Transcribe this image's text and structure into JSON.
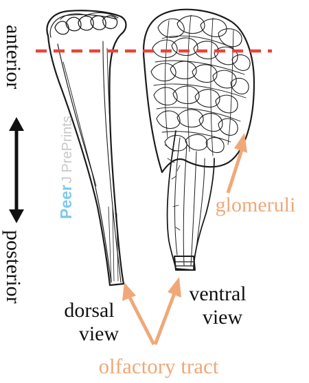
{
  "axis": {
    "anterior": "anterior",
    "posterior": "posterior"
  },
  "labels": {
    "dorsal_line1": "dorsal",
    "dorsal_line2": "view",
    "ventral_line1": "ventral",
    "ventral_line2": "view",
    "glomeruli": "glomeruli",
    "olfactory_tract": "olfactory tract"
  },
  "watermark": {
    "brand": "Peer",
    "rest": "J PrePrints"
  },
  "colors": {
    "text": "#111111",
    "annotation": "#f0a878",
    "dashed_line": "#e8443a",
    "watermark_brand": "#7ec8ec",
    "watermark_rest": "#c8c8c8",
    "sketch": "#1a1a1a",
    "axis_arrow": "#111111"
  },
  "icons": {
    "axis_arrow": "double-headed-arrow-icon"
  }
}
